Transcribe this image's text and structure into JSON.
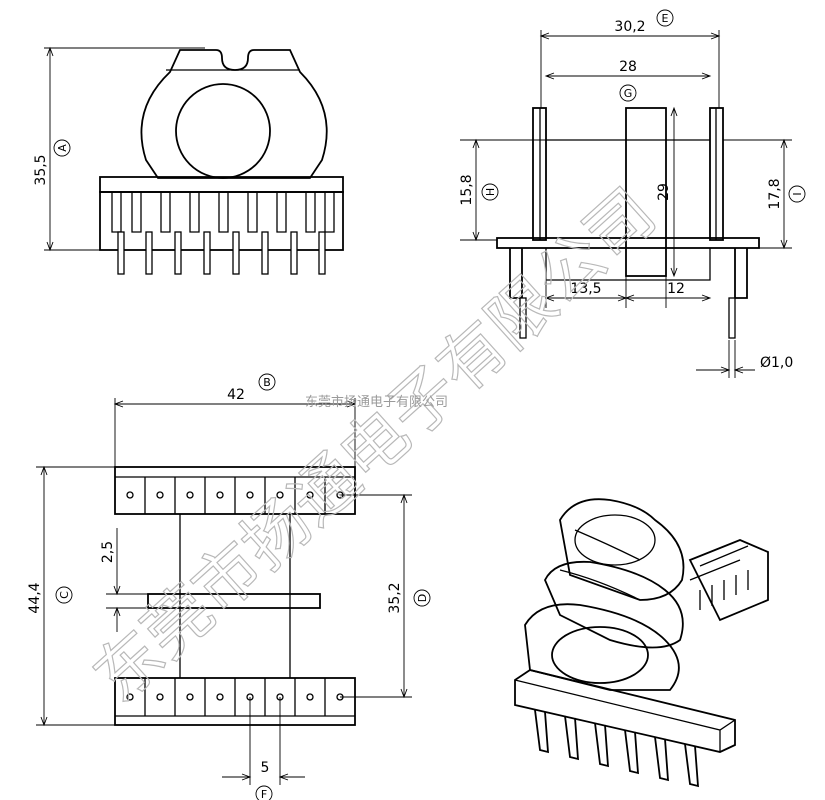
{
  "watermark": {
    "company_large": "东莞市扬通电子有限公司",
    "company_small": "东莞市扬通电子有限公司"
  },
  "front_view": {
    "height_dim": "35,5",
    "height_label": "A"
  },
  "side_view": {
    "overall_width_dim": "30,2",
    "overall_width_label": "E",
    "inner_width_dim": "28",
    "g_label": "G",
    "core_height_dim": "29",
    "left_height_dim": "15,8",
    "left_height_label": "H",
    "right_height_dim": "17,8",
    "right_height_label": "I",
    "left_offset_dim": "13,5",
    "core_width_dim": "12",
    "pin_diameter_dim": "Ø1,0"
  },
  "top_view": {
    "width_dim": "42",
    "width_label": "B",
    "height_dim": "44,4",
    "height_label": "C",
    "pitch_row_dim": "35,2",
    "pitch_row_label": "D",
    "flange_dim": "2,5",
    "pin_pitch_dim": "5",
    "pin_pitch_label": "F"
  }
}
